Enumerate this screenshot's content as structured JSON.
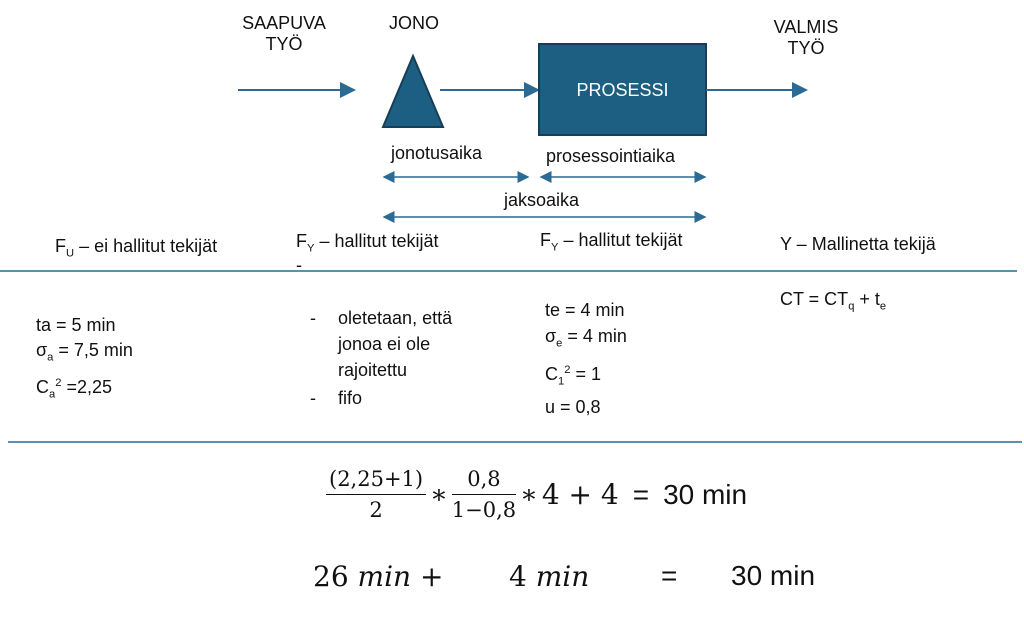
{
  "top": {
    "incoming_label": [
      "SAAPUVA",
      "TYÖ"
    ],
    "queue_label": "JONO",
    "process_label": "PROSESSI",
    "done_label": [
      "VALMIS",
      "TYÖ"
    ],
    "queue_time_label": "jonotusaika",
    "process_time_label": "prosessointiaika",
    "cycle_time_label": "jaksoaika"
  },
  "factors": {
    "col1": {
      "prefix": "F",
      "sub": "U",
      "text": " – ei hallitut tekijät"
    },
    "col2": {
      "prefix": "F",
      "sub": "Y",
      "text": " – hallitut tekijät",
      "extra": "-"
    },
    "col3": {
      "prefix": "F",
      "sub": "Y",
      "text": " – hallitut tekijät"
    },
    "col4": {
      "text": "Y – Mallinetta tekijä"
    }
  },
  "col1_values": {
    "ta": "ta = 5 min",
    "sigma_symbol": "σ",
    "sigma_sub": "a",
    "sigma_rest": " = 7,5 min",
    "c_symbol": "C",
    "c_sub": "a",
    "c_sup": "2",
    "c_rest": " =2,25"
  },
  "col2_values": {
    "bullet1": [
      "oletetaan, että",
      "jonoa ei ole",
      "rajoitettu"
    ],
    "bullet2": "fifo",
    "dash": "-"
  },
  "col3_values": {
    "te": "te = 4 min",
    "sigma_symbol": "σ",
    "sigma_sub": "e",
    "sigma_rest": " = 4 min",
    "c_symbol": "C",
    "c_sub": "1",
    "c_sup": "2",
    "c_rest": " = 1",
    "u": "u = 0,8"
  },
  "col4_values": {
    "ct_a": "CT = CT",
    "ct_sub_q": "q",
    "ct_b": " + t",
    "ct_sub_e": "e"
  },
  "formula1": {
    "frac1_num": "(2,25+1)",
    "frac1_den": "2",
    "op1": "∗",
    "frac2_num": "0,8",
    "frac2_den": "1−0,8",
    "op2": "∗",
    "tail": "4 + 4",
    "equals": "=",
    "result": "30 min"
  },
  "formula2": {
    "left": "26",
    "unit1": "min",
    "plus": "+",
    "mid": "4",
    "unit2": "min",
    "equals": "=",
    "result": "30 min"
  },
  "colors": {
    "accent": "#1f5f85",
    "box_fill": "#1d5f82",
    "box_stroke": "#163f57",
    "line": "#2a6a94"
  }
}
